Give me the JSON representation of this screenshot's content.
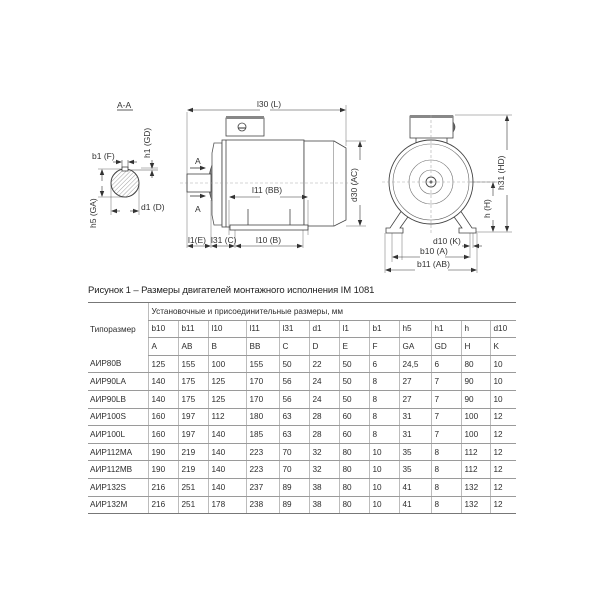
{
  "drawing": {
    "section_label": "A-A",
    "section_marks": [
      "A",
      "A"
    ],
    "section_view_dims": {
      "b1": "b1 (F)",
      "h1": "h1 (GD)",
      "h5": "h5 (GA)",
      "d1": "d1 (D)"
    },
    "side_view_dims": {
      "l30": "l30 (L)",
      "l11": "l11 (BB)",
      "d30": "d30 (AC)",
      "l1": "l1(E)",
      "l31": "l31 (C)",
      "l10": "l10 (B)"
    },
    "front_view_dims": {
      "h31": "h31 (HD)",
      "h": "h (H)",
      "d10": "d10 (K)",
      "b10": "b10 (A)",
      "b11": "b11 (AB)"
    }
  },
  "caption": "Рисунок 1 – Размеры двигателей монтажного исполнения  IM 1081",
  "table": {
    "type_header": "Типоразмер",
    "group_header": "Установочные и присоединительные размеры, мм",
    "codes": [
      "b10",
      "b11",
      "l10",
      "l11",
      "l31",
      "d1",
      "l1",
      "b1",
      "h5",
      "h1",
      "h",
      "d10"
    ],
    "letters": [
      "A",
      "AB",
      "B",
      "BB",
      "C",
      "D",
      "E",
      "F",
      "GA",
      "GD",
      "H",
      "K"
    ],
    "rows": [
      {
        "type": "АИР80B",
        "values": [
          "125",
          "155",
          "100",
          "155",
          "50",
          "22",
          "50",
          "6",
          "24,5",
          "6",
          "80",
          "10"
        ]
      },
      {
        "type": "АИР90LA",
        "values": [
          "140",
          "175",
          "125",
          "170",
          "56",
          "24",
          "50",
          "8",
          "27",
          "7",
          "90",
          "10"
        ]
      },
      {
        "type": "АИР90LB",
        "values": [
          "140",
          "175",
          "125",
          "170",
          "56",
          "24",
          "50",
          "8",
          "27",
          "7",
          "90",
          "10"
        ]
      },
      {
        "type": "АИР100S",
        "values": [
          "160",
          "197",
          "112",
          "180",
          "63",
          "28",
          "60",
          "8",
          "31",
          "7",
          "100",
          "12"
        ]
      },
      {
        "type": "АИР100L",
        "values": [
          "160",
          "197",
          "140",
          "185",
          "63",
          "28",
          "60",
          "8",
          "31",
          "7",
          "100",
          "12"
        ]
      },
      {
        "type": "АИР112MA",
        "values": [
          "190",
          "219",
          "140",
          "223",
          "70",
          "32",
          "80",
          "10",
          "35",
          "8",
          "112",
          "12"
        ]
      },
      {
        "type": "АИР112MB",
        "values": [
          "190",
          "219",
          "140",
          "223",
          "70",
          "32",
          "80",
          "10",
          "35",
          "8",
          "112",
          "12"
        ]
      },
      {
        "type": "АИР132S",
        "values": [
          "216",
          "251",
          "140",
          "237",
          "89",
          "38",
          "80",
          "10",
          "41",
          "8",
          "132",
          "12"
        ]
      },
      {
        "type": "АИР132M",
        "values": [
          "216",
          "251",
          "178",
          "238",
          "89",
          "38",
          "80",
          "10",
          "41",
          "8",
          "132",
          "12"
        ]
      }
    ]
  }
}
